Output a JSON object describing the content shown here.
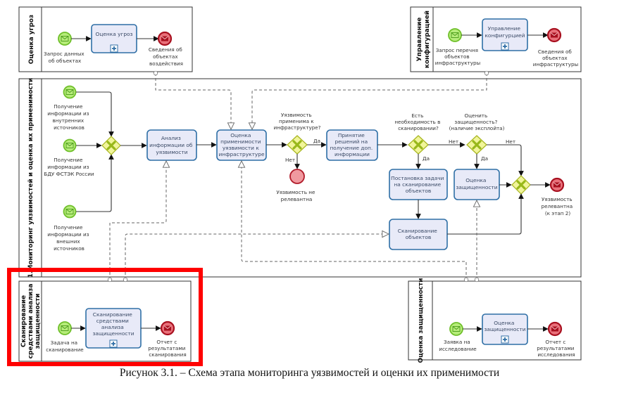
{
  "caption": "Рисунок 3.1. – Схема этапа мониторинга уязвимостей и оценки их применимости",
  "colors": {
    "task_fill": "#e8eaf8",
    "task_border": "#2f6fa6",
    "start_event": "#b6ec7a",
    "end_event": "#e9707a",
    "gateway": "#f1f59a",
    "highlight": "#ff0000"
  },
  "pools": {
    "threat": {
      "title": "Оценка угроз",
      "start_label": [
        "Запрос данных",
        "об объектах"
      ],
      "task": [
        "Оценка угроз"
      ],
      "end_label": [
        "Сведения об",
        "объектах",
        "воздействия"
      ]
    },
    "config": {
      "title": [
        "Управление",
        "конфигурацией"
      ],
      "start_label": [
        "Запрос перечня",
        "объектов",
        "инфраструктуры"
      ],
      "task": [
        "Управление",
        "конфигурцией"
      ],
      "end_label": [
        "Сведения об",
        "объектах",
        "инфраструктуры"
      ]
    },
    "main": {
      "title": "1.Мониторинг уязвимостей и оценка их применимости",
      "starts": [
        [
          "Получение",
          "информации из",
          "внутренних",
          "источников"
        ],
        [
          "Получение",
          "информации из",
          "БДУ ФСТЭК России"
        ],
        [
          "Получение",
          "информации из",
          "внешних",
          "источников"
        ]
      ],
      "tasks": {
        "analysis": [
          "Анализ",
          "информации об",
          "уязвимости"
        ],
        "applicability": [
          "Оценка",
          "применимости",
          "уязвимости к",
          "инфраструктуре"
        ],
        "decision": [
          "Принятие",
          "решений на",
          "получение доп.",
          "информации"
        ],
        "scan_task": [
          "Постановка задачи",
          "на сканирование",
          "объектов"
        ],
        "security_eval": [
          "Оценка",
          "защищенности"
        ],
        "scanning": [
          "Сканирование",
          "объектов"
        ]
      },
      "gateways": {
        "applicable": [
          "Уязвимость",
          "применима к",
          "инфраструктуре?"
        ],
        "need_scan": [
          "Есть",
          "необходимость в",
          "сканировании?"
        ],
        "assess": [
          "Оценить",
          "защищенность?",
          "(наличие эксплойта)"
        ]
      },
      "flow_labels": {
        "yes": "Да",
        "no": "Нет"
      },
      "end_not_relevant": [
        "Уязвимость не",
        "релевантна"
      ],
      "end_relevant": [
        "Уязвимость",
        "релевантна",
        "(к этап 2)"
      ]
    },
    "scanning": {
      "title": [
        "Сканирование",
        "средствами анализа",
        "защищенности"
      ],
      "start_label": [
        "Задача на",
        "сканирование"
      ],
      "task": [
        "Сканирование",
        "средствами",
        "анализа",
        "защищенности"
      ],
      "end_label": [
        "Отчет с",
        "результатами",
        "сканирования"
      ]
    },
    "security": {
      "title": "Оценка защищенности",
      "start_label": [
        "Заявка на",
        "исследование"
      ],
      "task": [
        "Оценка",
        "защищенности"
      ],
      "end_label": [
        "Отчет с",
        "результатами",
        "исследования"
      ]
    }
  }
}
